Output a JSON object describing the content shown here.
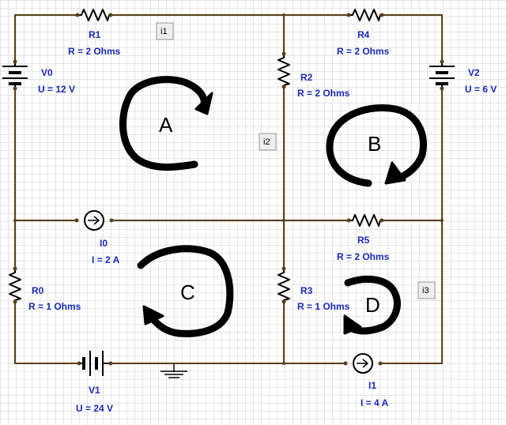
{
  "components": {
    "r1": {
      "name": "R1",
      "value": "R = 2 Ohms"
    },
    "r4": {
      "name": "R4",
      "value": "R = 2 Ohms"
    },
    "r2": {
      "name": "R2",
      "value": "R = 2 Ohms"
    },
    "r5": {
      "name": "R5",
      "value": "R = 2 Ohms"
    },
    "r0": {
      "name": "R0",
      "value": "R = 1 Ohms"
    },
    "r3": {
      "name": "R3",
      "value": "R = 1 Ohms"
    },
    "v0": {
      "name": "V0",
      "value": "U = 12 V"
    },
    "v2": {
      "name": "V2",
      "value": "U = 6 V"
    },
    "v1": {
      "name": "V1",
      "value": "U = 24 V"
    },
    "i0": {
      "name": "I0",
      "value": "I = 2 A"
    },
    "i1": {
      "name": "I1",
      "value": "I = 4 A"
    }
  },
  "loops": {
    "a": "A",
    "b": "B",
    "c": "C",
    "d": "D"
  },
  "probes": {
    "i1": "i1",
    "i2": "i2",
    "i3": "i3"
  }
}
